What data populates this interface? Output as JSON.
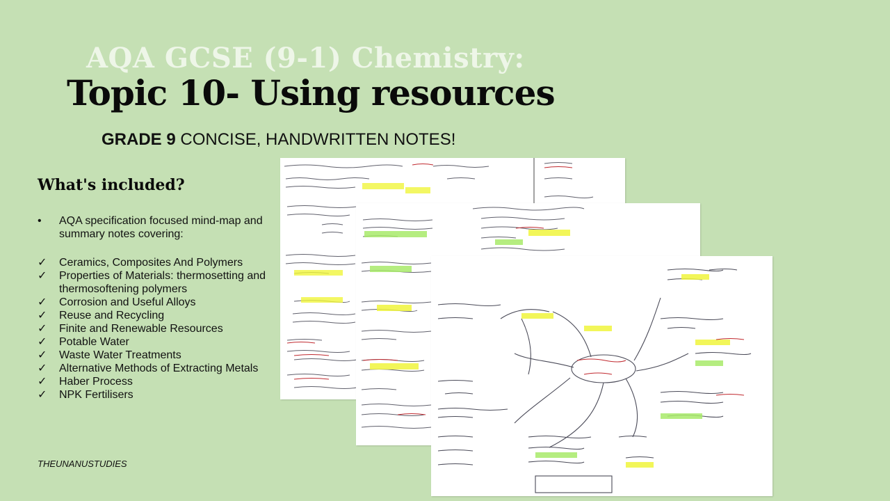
{
  "header": {
    "title_top": "AQA GCSE (9-1) Chemistry:",
    "title_main": "Topic 10- Using resources",
    "subtitle_bold": "GRADE 9",
    "subtitle_rest": " CONCISE, HANDWRITTEN NOTES!"
  },
  "included": {
    "heading": "What's included?",
    "intro_marker": "•",
    "intro": "AQA specification focused mind-map and summary notes covering:",
    "check_marker": "✓",
    "items": [
      "Ceramics, Composites And Polymers",
      "Properties of Materials: thermosetting and thermosoftening polymers",
      "Corrosion and Useful Alloys",
      "Reuse and Recycling",
      "Finite and Renewable Resources",
      "Potable Water",
      "Waste Water Treatments",
      "Alternative Methods of Extracting Metals",
      "Haber Process",
      "NPK Fertilisers"
    ]
  },
  "credit": "THEUNANUSTUDIES",
  "colors": {
    "background": "#c5e0b4",
    "highlight_yellow": "#f0f53c",
    "highlight_green": "#a8ea6a",
    "ink_red": "#c0282e"
  }
}
